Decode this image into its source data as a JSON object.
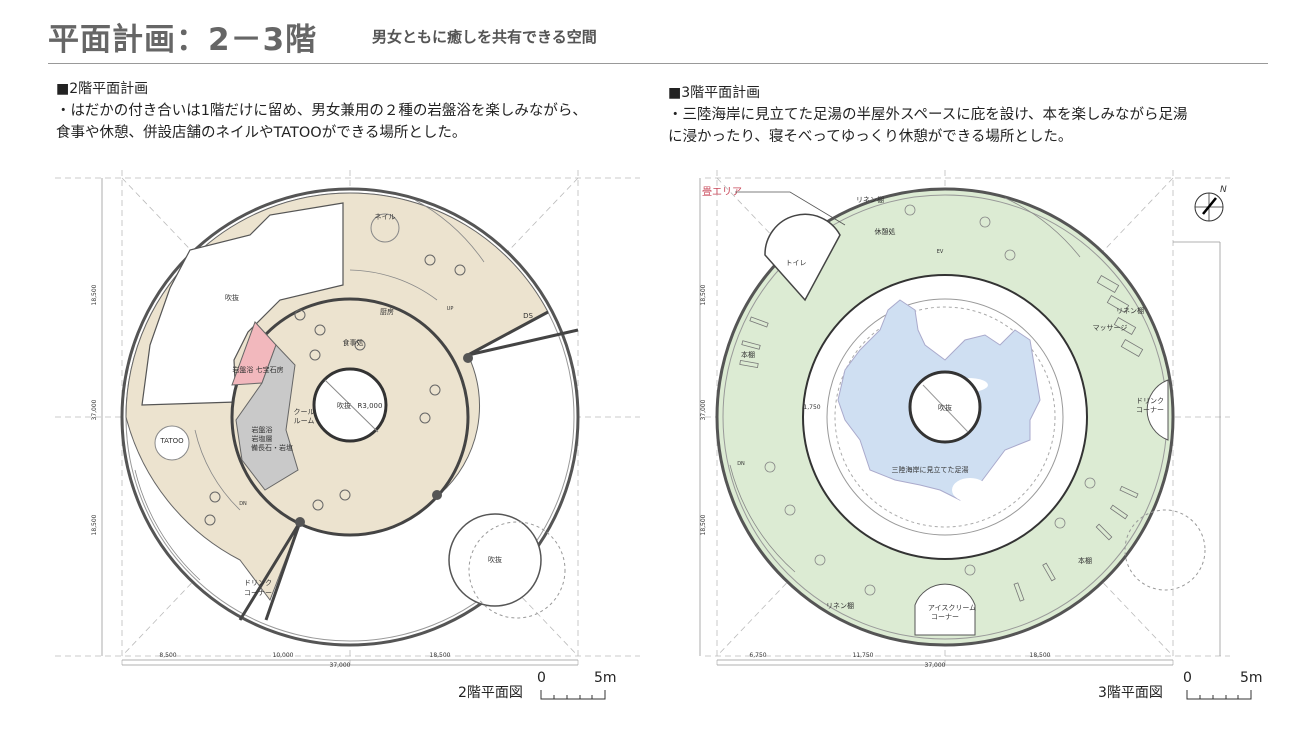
{
  "header": {
    "title": "平面計画：2－3階",
    "subtitle": "男女ともに癒しを共有できる空間"
  },
  "floor2": {
    "heading": "■2階平面計画",
    "line1": "・はだかの付き合いは1階だけに留め、男女兼用の２種の岩盤浴を楽しみながら、",
    "line2": "食事や休憩、併設店舗のネイルやTATOOができる場所とした。",
    "labels": {
      "void_main": "吹抜",
      "nail": "ネイル",
      "kitchen": "厨房",
      "dining": "食事処",
      "bath1": "岩盤浴 七宝石房",
      "void_center": "吹抜",
      "radius": "R3,000",
      "cool1": "クール",
      "cool2": "ルーム",
      "bath2a": "岩盤浴",
      "bath2b": "岩塩層",
      "bath2c": "備長石・岩塩",
      "tatoo": "TATOO",
      "ds": "DS",
      "drink1": "ドリンク",
      "drink2": "コーナー",
      "void_sub": "吹抜",
      "up": "UP",
      "dn": "DN"
    },
    "dims": {
      "d1": "8,500",
      "d2": "10,000",
      "d3": "18,500",
      "total": "37,000",
      "v1": "18,500",
      "vt": "37,000",
      "v2": "18,500"
    },
    "caption": "2階平面図",
    "scale0": "0",
    "scale5": "5m"
  },
  "floor3": {
    "heading": "■3階平面計画",
    "line1": "・三陸海岸に見立てた足湯の半屋外スペースに庇を設け、本を楽しみながら足湯",
    "line2": "に浸かったり、寝そべってゆっくり休憩ができる場所とした。",
    "labels": {
      "tatami": "畳エリア",
      "linen1": "リネン棚",
      "rest": "休憩処",
      "toilet": "トイレ",
      "linen2": "リネン棚",
      "massage": "マッサージ",
      "shelf1": "本棚",
      "drink1": "ドリンク",
      "drink2": "コーナー",
      "void": "吹抜",
      "footbath": "三陸海岸に見立てた足湯",
      "shelf2": "本棚",
      "linen3": "リネン棚",
      "ice1": "アイスクリーム",
      "ice2": "コーナー",
      "ring": "1,750",
      "ev": "EV",
      "dn": "DN",
      "north": "N"
    },
    "dims": {
      "d1": "6,750",
      "d2": "11,750",
      "d3": "18,500",
      "total": "37,000",
      "v1": "18,500",
      "vt": "37,000",
      "v2": "18,500"
    },
    "caption": "3階平面図",
    "scale0": "0",
    "scale5": "5m"
  },
  "colors": {
    "floor2": "#ece3cf",
    "floor3": "#dcebd3",
    "water": "#cfdff2",
    "bath_red": "#f2b8bd",
    "bath_gray": "#c9c9c9",
    "accent_label": "#c8485a"
  }
}
